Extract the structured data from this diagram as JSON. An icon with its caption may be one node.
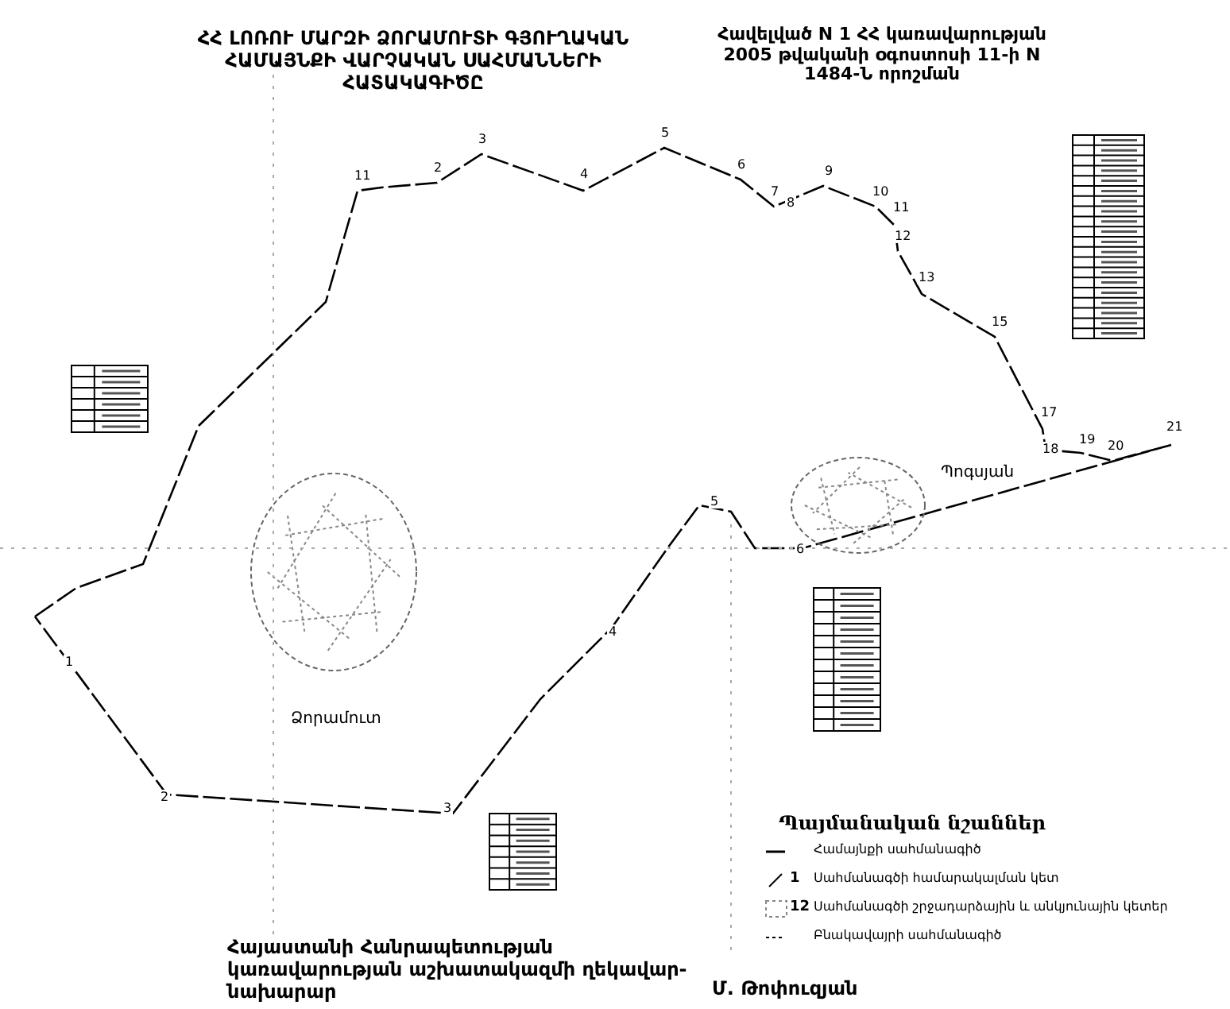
{
  "diagram": {
    "title": "ՀՀ ԼՈՌՈՒ ՄԱՐԶԻ ՁՈՐԱՄՈՒՏԻ ԳՅՈՒՂԱԿԱՆ ՀԱՄԱՅՆՔԻ ՎԱՐՉԱԿԱՆ ՍԱՀՄԱՆՆԵՐԻ ՀԱՏԱԿԱԳԻԾԸ",
    "labels": [
      "Հավելված N 1 ՀՀ կառավարության 2005 թվականի օգոստոսի 11-ի N 1484-Ն որոշման",
      "11",
      "2",
      "3",
      "4",
      "5",
      "6",
      "7",
      "8",
      "9",
      "10",
      "11",
      "12",
      "13",
      "15",
      "17",
      "18",
      "19",
      "20",
      "21",
      "1",
      "2",
      "3",
      "4",
      "5",
      "6",
      "Պոգսյան",
      "Ձորամուտ",
      "Պայմանական նշաններ",
      "1",
      "12",
      "Հայաստանի Հանրապետության կառավարության աշխատակազմի ղեկավար-նախարար",
      "Մ. Թոփուզյան"
    ],
    "legend": [
      {
        "text": "Համայնքի սահմանագիծ"
      },
      {
        "text": "Սահմանագծի համարակալման կետ"
      },
      {
        "text": "Սահմանագծի շրջադարձային և անկյունային կետեր"
      },
      {
        "text": "Բնակավայրի սահմանագիծ"
      }
    ]
  }
}
